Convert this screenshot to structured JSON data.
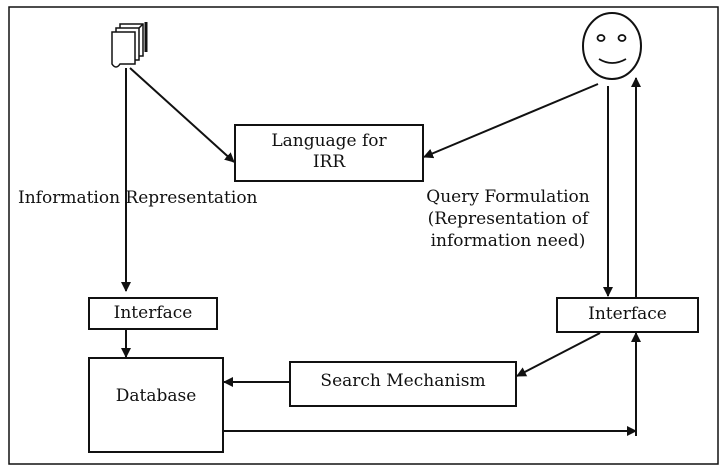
{
  "nodes": {
    "language_box": {
      "label": "Language for\nIRR"
    },
    "interface_left": {
      "label": "Interface"
    },
    "interface_right": {
      "label": "Interface"
    },
    "database": {
      "label": "Database"
    },
    "search_mechanism": {
      "label": "Search Mechanism"
    }
  },
  "labels": {
    "information_representation": "Information Representation",
    "query_formulation": "Query Formulation\n(Representation of\ninformation need)"
  },
  "icons": {
    "documents": "documents-icon",
    "user": "smiley-user-icon"
  }
}
